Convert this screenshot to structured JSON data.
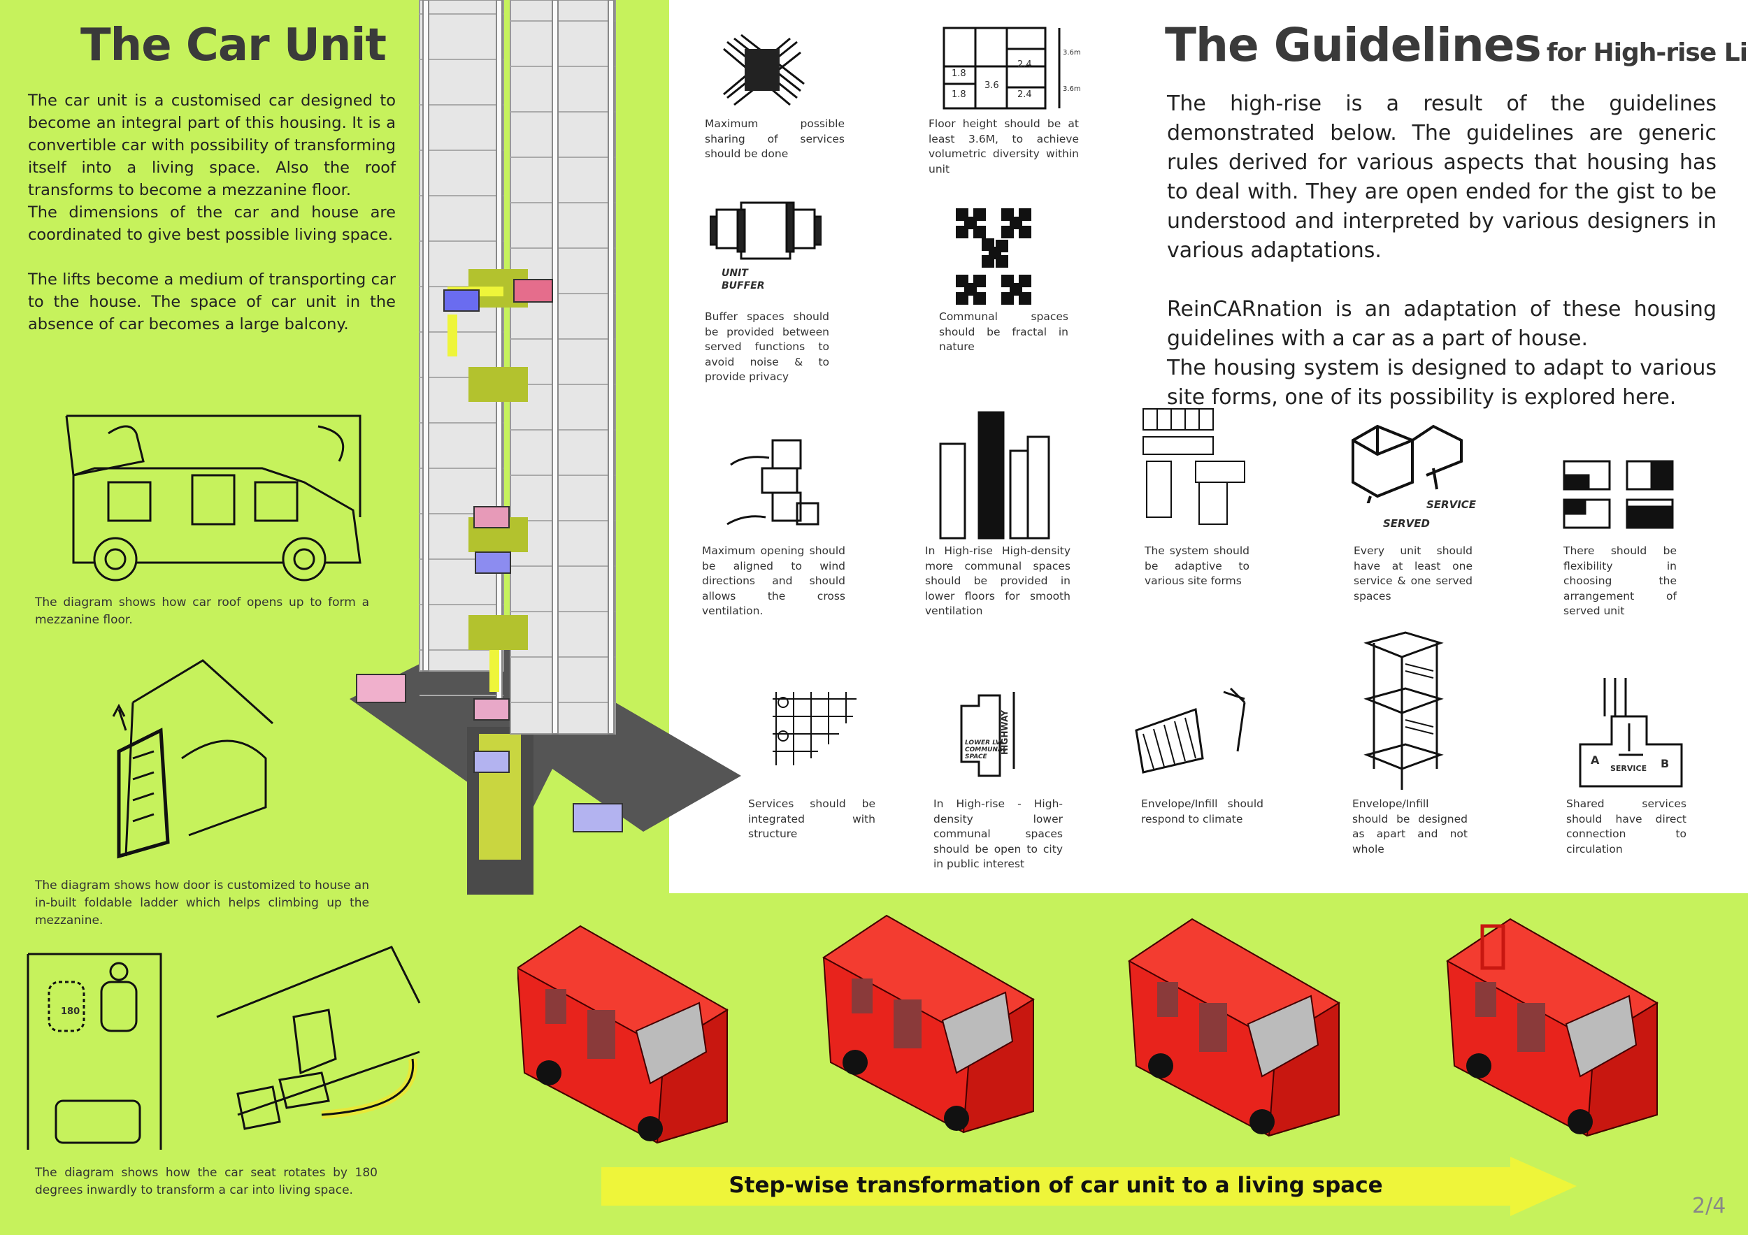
{
  "left": {
    "title": "The Car Unit",
    "paragraphs": [
      "The car unit is a customised car designed to become an integral part of this housing. It is a convertible car with possibility of transforming itself into a living space. Also the roof transforms to become a mezzanine floor.",
      "The dimensions of the car and house are coordinated to give best possible living space.",
      "The lifts become a medium of transporting car to the house. The space of car unit in the absence of car becomes a large balcony."
    ],
    "captions": [
      "The diagram shows how car roof opens up to form a mezzanine floor.",
      "The diagram shows how door is customized to house an in-built foldable ladder which helps climbing up the mezzanine.",
      "The diagram shows how the car seat rotates by 180 degrees inwardly to transform a car into living space."
    ],
    "seat_sketch_label": "180"
  },
  "right": {
    "title": "The Guidelines",
    "subtitle": "for High-rise Living",
    "paragraphs": [
      "The high-rise is a result of the guidelines demonstrated below. The guidelines are generic rules derived for various aspects that housing has to deal with. They are open ended for the gist to be understood and interpreted by various designers in various adaptations.",
      "ReinCARnation is an adaptation of these housing guidelines with a car as a part of house.",
      "The housing system is designed to adapt to various site forms, one of its possibility is explored here."
    ]
  },
  "guidelines": [
    {
      "caption": "Maximum possible sharing of services should be done"
    },
    {
      "caption": "Floor height should be at least 3.6M, to achieve volumetric diversity within unit",
      "labels": [
        "1.8",
        "1.8",
        "3.6",
        "2.4",
        "2.4",
        "3.6m",
        "3.6m"
      ]
    },
    {
      "caption": "Buffer spaces should be provided between served functions to avoid noise & to provide privacy",
      "labels": [
        "UNIT",
        "BUFFER"
      ]
    },
    {
      "caption": "Communal spaces should be fractal in nature"
    },
    {
      "caption": "Maximum opening should be aligned to wind directions and should allows the cross ventilation."
    },
    {
      "caption": "In High-rise High-density more communal spaces should be provided in lower floors for smooth ventilation"
    },
    {
      "caption": "The system should be adaptive to various site forms"
    },
    {
      "caption": "Every unit should have at least one service & one served spaces",
      "labels": [
        "SERVICE",
        "SERVED"
      ]
    },
    {
      "caption": "There should be flexibility in choosing the arrangement of served unit"
    },
    {
      "caption": "Services should be integrated with structure"
    },
    {
      "caption": "In High-rise - High-density lower communal spaces should be open to city in public interest",
      "labels": [
        "LOWER LVL COMMUNAL SPACE",
        "HIGHWAY"
      ]
    },
    {
      "caption": "Envelope/Infill should respond to climate"
    },
    {
      "caption": "Envelope/Infill should be designed as apart and not whole"
    },
    {
      "caption": "Shared services should have direct connection to circulation",
      "labels": [
        "A",
        "B",
        "SERVICE"
      ]
    }
  ],
  "bottom": {
    "arrow_label": "Step-wise transformation of car unit to a living space",
    "page": "2/4"
  },
  "colors": {
    "background": "#c6f25c",
    "car_red": "#e8231c",
    "arrow_yellow": "#eef53a"
  }
}
